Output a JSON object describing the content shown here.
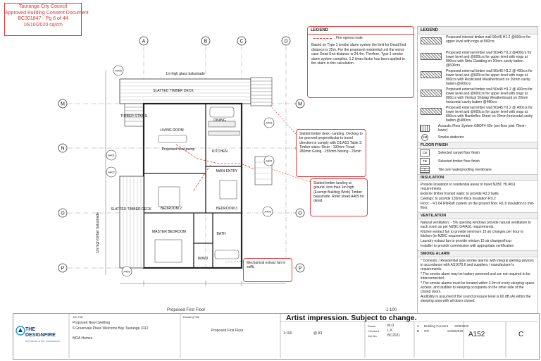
{
  "stamp": {
    "line1": "Tauranga City Council",
    "line2": "Approved Building Consent Document",
    "line3": "BC301847  -  Pg 6 of 44",
    "line4": "16/10/2020          cq/cm"
  },
  "grid": {
    "columns": [
      "A",
      "B",
      "C",
      "D"
    ],
    "rows": [
      "M",
      "N",
      "O",
      "P"
    ]
  },
  "rooms": {
    "deck_top": "SLATTED TIMBER DECK",
    "living": "LIVING ROOM",
    "dining": "DINING",
    "kitchen": "KITCHEN",
    "heat_pump": "Proposed heat-pump",
    "main_entry": "MAIN ENTRY",
    "bedroom2": "BEDROOM 2",
    "bedroom3": "BEDROOM 3",
    "deck_left": "SLATTED TIMBER DECK",
    "master": "MASTER BEDROOM",
    "bath": "BATH",
    "wiwd": "WIWD",
    "timber_stairs": "TIMBER STAIRS",
    "glass_balustrade": "1m high glass balustrade",
    "timber_balustrade": "1m high timber balustrade"
  },
  "refs": {
    "a406": "A406",
    "a401a": "A401",
    "a401b": "A401",
    "a401c": "A401",
    "a402": "A402",
    "a403a": "A403",
    "a403b": "A403",
    "a405": "A405"
  },
  "legend_left": {
    "title": "LEGEND",
    "egress": "Fire egress route",
    "body": "Based on Type 1 smoke alarm system the limit for Dead End distance is 25m. For the proposed residential unit the worst-case Dead End distance is 24.4m. Therfore, Type 1 smoke alarm system complies. 1.2 times factor has been applied to the stairs in this calculation."
  },
  "notes": {
    "timber_deck": "Slatted timber deck - landing. Decking to be grooved perpendicular to travel direction to comply with D1/AS1 Table 2. Timber stairs: Riser - 190mm Tread - 280mm Going - 255mm Nosing - 25mm",
    "landing": "Slatted timber landing at ground, less than 1m high (Exempt Building Work) Timber balustrade. Refer sheet A409 for detail.",
    "extract": "Mechanical extract fan in soffit."
  },
  "legend_right": {
    "title": "LEGEND",
    "walls": [
      "Proposed internal timber wall 90x45 H1.2 @600crs for upper level with nogs at 800crs",
      "Proposed external timber wall 90x45 H1.2 @400crs for lower level and @600crs for upper level with nogs at 800crs with Stria Cladding on 20mm cavity batten @600crs",
      "Proposed external timber wall 90x45 H1.2 @ 400crs for lower level and @600crs for upper level with nogs at 800crs with Rusticated Weatherboard on 20mm cavity batten @600crs",
      "Proposed external timber wall 90x45 H1.2 @ 400crs for lower level and @600crs for upper level with nogs at 800crs with Vertical Shiplap Weatherboard on 20mm horizontal cavity batten @480crs",
      "Proposed external timber wall 90x45 H1.2 @ 400crs for lower level and @600crs for upper level with nogs at 800crs with Hardieflex Sheet on 20mm horizontal cavity batten @480crs"
    ],
    "acoustic": "Acoustic Floor System GBDF4 60e (set floor joist 70mm lower)",
    "smoke_sym": "SM",
    "smoke": "Smoke dedector",
    "floor_head": "FLOOR FINISH",
    "cb_sym": "CB",
    "carpet": "Selected carpet floor finish",
    "tb_sym": "TB",
    "timber": "Selected timber floor finish",
    "t_sym": "T",
    "tile": "Tile over waterproofing membrane",
    "ins_head": "INSULATION",
    "ins_body": [
      "Provide insulation to residential areas to meet NZBC H1/AS1 requirements.",
      "Exterior timber framed walls: to provide R2.2 batts",
      "Ceilings: to provide 135mm thick insulation R3.2",
      "Floor: - R1.64 RibRaft system on the ground floor. R1.6 insulation to mid-floor."
    ],
    "vent_head": "VENTILATION",
    "vent_body": [
      "Natural ventilation: - 5% opening windows provide natural ventilation to each room as per NZBC G4/AS1 requirements.",
      "Kitchen extract fan to provide minimum 15 air changes per hour to kitchen (to NZBC requirements)",
      "Laundry extract fan to provide minium 15 air changes/hour",
      "Installer to provide commission with appropriate certification"
    ],
    "smoke_head": "SMOKE ALARM",
    "smoke_body": [
      "* Domestic / Residential type smoke alarms with integral alerting devices in accordance with AS1670.6 and suppliers / manufacturer's requirements.",
      "* The smoke alarm may be battery powered and are not required to be interconnected.",
      "* The smoke alarms must be located within 3.0m of every sleeping space access, and audible to sleeping occupants on the other side of the closed doors.",
      "Audibility is assumed if the sound pressure level is 60 dB (A) within the sleeping area with all doors closed."
    ]
  },
  "titleblock": {
    "logo_line1": "THE",
    "logo_line2": "DESIGNFIRE",
    "logo_sub": "architects & fire consultants",
    "job_title_label": "Job Title",
    "job_title": "Proposed New Dwelling",
    "address": "6 Greenvale Place  Welcome Bay Tauranga 3112",
    "client": "MGA Homes",
    "drawing_title_label": "Drawing Title",
    "drawing_title": "Proposed First Floor",
    "plan_label": "Proposed First Floor",
    "scale_ratio": "1:100",
    "scale_label": "1:100",
    "paper": "@ A3",
    "artist": "Artist impression. Subject to change.",
    "drawn_label": "Drawn",
    "drawn": "M.O",
    "checked_label": "Checked",
    "checked": "L.K",
    "job_no_label": "Job No.",
    "job_no": "BC2021",
    "rev_a": "A",
    "rev_a_desc": "Building Consent",
    "rev_a_date": "6/08/2020",
    "rev_b": "B",
    "rev_b_desc": "RFI",
    "rev_b_date": "14/09/2020",
    "sheet": "A152",
    "revision": "C"
  }
}
